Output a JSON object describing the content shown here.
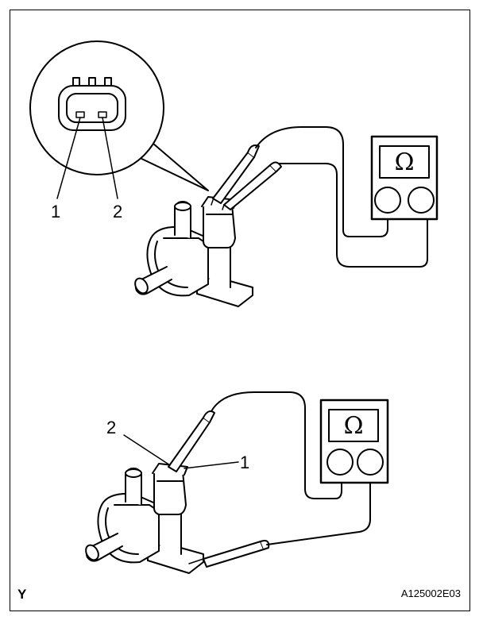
{
  "figure_id": "A125002E03",
  "corner_mark": "Y",
  "meter_symbol": "Ω",
  "top_view": {
    "terminal_1": "1",
    "terminal_2": "2"
  },
  "bottom_view": {
    "terminal_1": "1",
    "terminal_2": "2"
  },
  "colors": {
    "line": "#000000",
    "fill": "#ffffff",
    "shade": "#d9d9d9"
  }
}
